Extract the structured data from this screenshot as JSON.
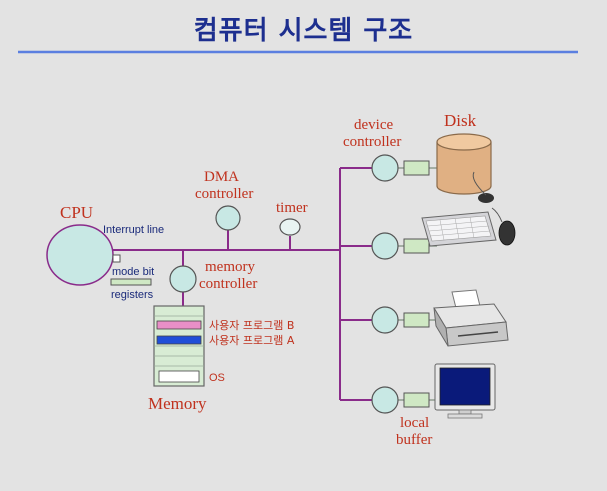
{
  "title": "컴퓨터 시스템 구조",
  "colors": {
    "title": "#1d2f8f",
    "rule": "#5b7fe0",
    "bus": "#8a2b8a",
    "node_fill": "#c8e8e4",
    "buffer_fill": "#cfe8c4",
    "label": "#c0321e",
    "program_b": "#e88fc7",
    "program_a": "#1f4fd8"
  },
  "labels": {
    "cpu": "CPU",
    "interrupt_line": "Interrupt line",
    "mode_bit": "mode bit",
    "registers": "registers",
    "dma_controller": [
      "DMA",
      "controller"
    ],
    "timer": "timer",
    "memory_controller": [
      "memory",
      "controller"
    ],
    "device_controller": [
      "device",
      "controller"
    ],
    "disk": "Disk",
    "memory": "Memory",
    "program_b": "사용자 프로그램 B",
    "program_a": "사용자 프로그램 A",
    "os": "OS",
    "local_buffer": [
      "local",
      "buffer"
    ]
  },
  "icons": [
    "disk-icon",
    "keyboard-mouse-icon",
    "printer-icon",
    "monitor-icon"
  ]
}
